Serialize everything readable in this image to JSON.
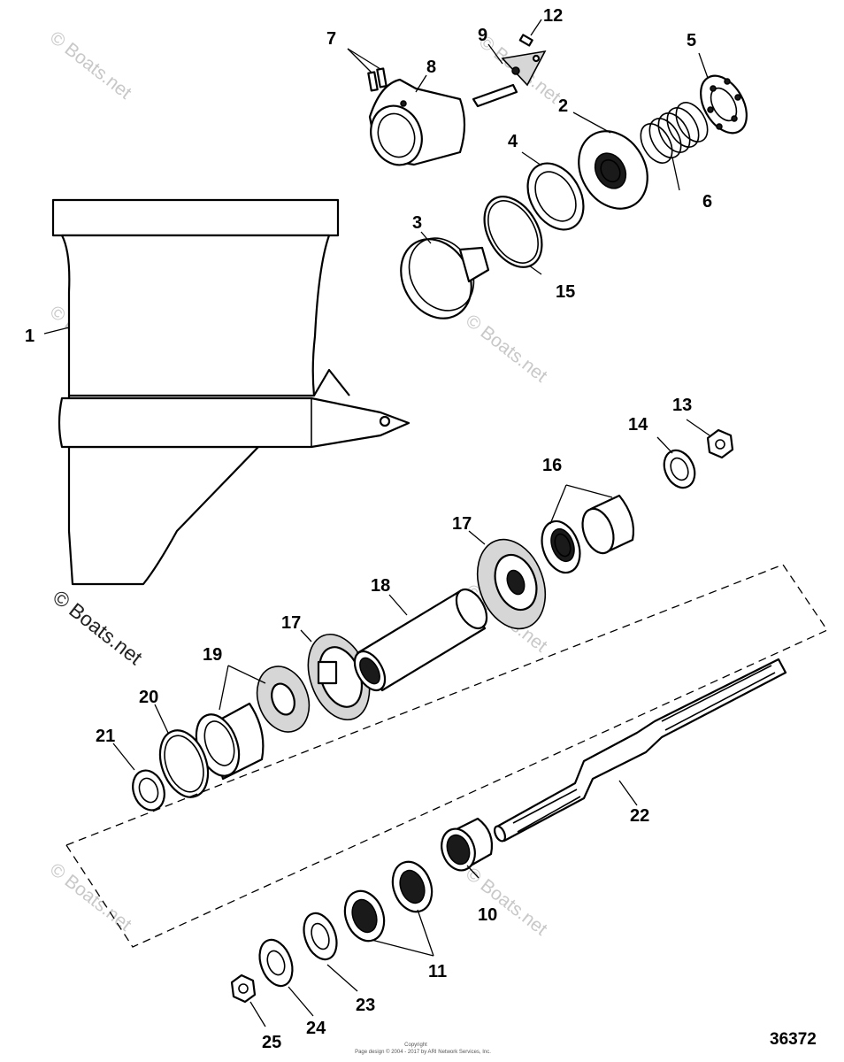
{
  "watermarks": {
    "faint": "© Boats.net",
    "main": "© Boats.net"
  },
  "callouts": {
    "c1": "1",
    "c2": "2",
    "c3": "3",
    "c4": "4",
    "c5": "5",
    "c6": "6",
    "c7": "7",
    "c8": "8",
    "c9": "9",
    "c10": "10",
    "c11": "11",
    "c12": "12",
    "c13": "13",
    "c14": "14",
    "c15": "15",
    "c16": "16",
    "c17a": "17",
    "c17b": "17",
    "c18": "18",
    "c19": "19",
    "c20": "20",
    "c21": "21",
    "c22": "22",
    "c23": "23",
    "c24": "24",
    "c25": "25"
  },
  "footer": {
    "line1": "Copyright",
    "line2": "Page design © 2004 - 2017 by ARI Network Services, Inc."
  },
  "diagram_code": "36372"
}
